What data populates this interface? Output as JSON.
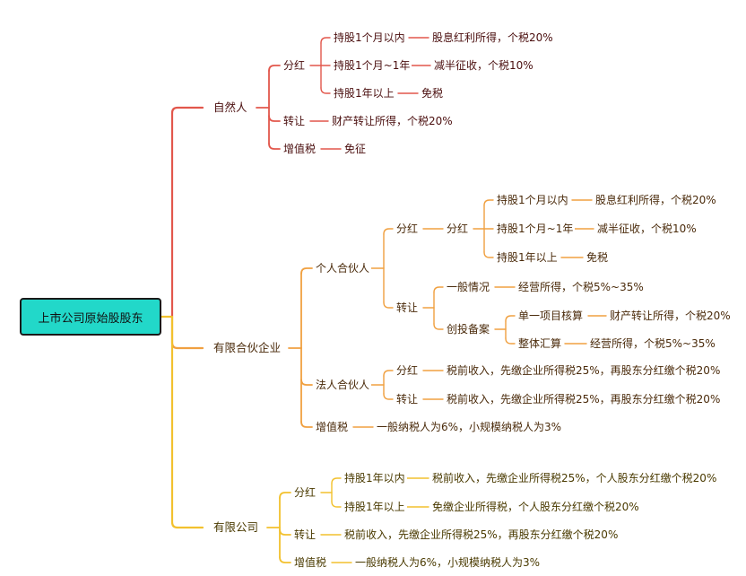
{
  "root": "上市公司原始股股东",
  "colors": {
    "red": "#e2574c",
    "orange": "#f0a040",
    "yellow": "#f2c12e",
    "root_fill": "#22d8c9"
  },
  "branches": {
    "natural": {
      "label": "自然人",
      "dividend": {
        "label": "分红",
        "items": [
          {
            "holding": "持股1个月以内",
            "result": "股息红利所得，个税20%"
          },
          {
            "holding": "持股1个月~1年",
            "result": "减半征收，个税10%"
          },
          {
            "holding": "持股1年以上",
            "result": "免税"
          }
        ]
      },
      "transfer": {
        "label": "转让",
        "result": "财产转让所得，个税20%"
      },
      "vat": {
        "label": "增值税",
        "result": "免征"
      }
    },
    "partnership": {
      "label": "有限合伙企业",
      "individual": {
        "label": "个人合伙人",
        "dividend": {
          "label": "分红",
          "sub": "分红",
          "items": [
            {
              "holding": "持股1个月以内",
              "result": "股息红利所得，个税20%"
            },
            {
              "holding": "持股1个月~1年",
              "result": "减半征收，个税10%"
            },
            {
              "holding": "持股1年以上",
              "result": "免税"
            }
          ]
        },
        "transfer": {
          "label": "转让",
          "general": {
            "label": "一般情况",
            "result": "经营所得，个税5%~35%"
          },
          "vc": {
            "label": "创投备案",
            "single": {
              "label": "单一项目核算",
              "result": "财产转让所得，个税20%"
            },
            "whole": {
              "label": "整体汇算",
              "result": "经营所得，个税5%~35%"
            }
          }
        }
      },
      "corporate": {
        "label": "法人合伙人",
        "dividend": {
          "label": "分红",
          "result": "税前收入，先缴企业所得税25%，再股东分红缴个税20%"
        },
        "transfer": {
          "label": "转让",
          "result": "税前收入，先缴企业所得税25%，再股东分红缴个税20%"
        }
      },
      "vat": {
        "label": "增值税",
        "result": "一般纳税人为6%，小规模纳税人为3%"
      }
    },
    "company": {
      "label": "有限公司",
      "dividend": {
        "label": "分红",
        "items": [
          {
            "holding": "持股1年以内",
            "result": "税前收入，先缴企业所得税25%，个人股东分红缴个税20%"
          },
          {
            "holding": "持股1年以上",
            "result": "免缴企业所得税，个人股东分红缴个税20%"
          }
        ]
      },
      "transfer": {
        "label": "转让",
        "result": "税前收入，先缴企业所得税25%，再股东分红缴个税20%"
      },
      "vat": {
        "label": "增值税",
        "result": "一般纳税人为6%，小规模纳税人为3%"
      }
    }
  }
}
